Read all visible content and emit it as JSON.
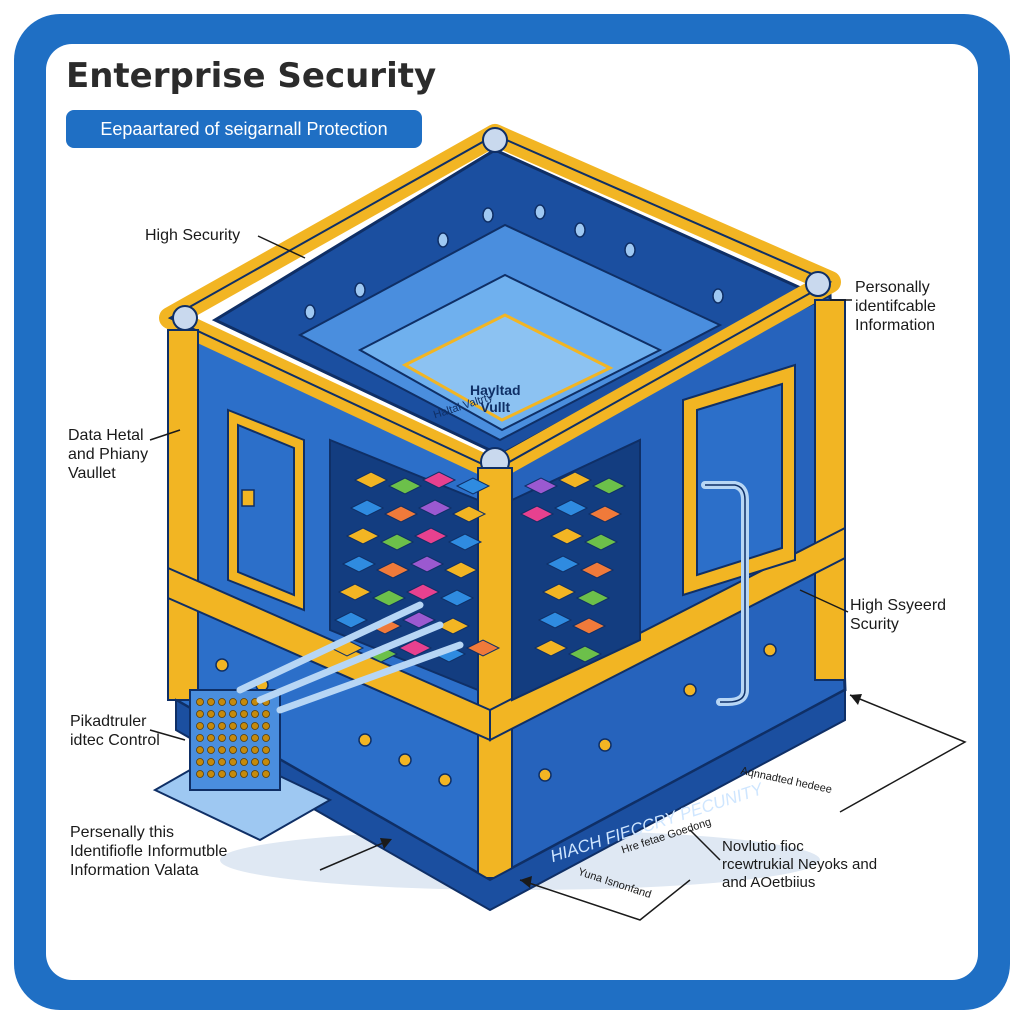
{
  "title": "Enterprise Security",
  "subtitle": "Eepaartared of seigarnall Protection",
  "labels": {
    "high_security": "High Security",
    "data_hetal": "Data Hetal\nand Phiany\nVaullet",
    "vault_center": "Hayltad\nVullt",
    "vault_small": "Haltal Valtrty",
    "pii_right": "Personally\nidentifcable\nInformation",
    "high_ssyeerd": "High Ssyeerd\nScurity",
    "pikadtruler": "Pikadtruler\nidtec Control",
    "pii_bottom": "Persenally this\nIdentifiofle Informutble\nInformation Valata",
    "base_text": "HIACH FIECCRY PECUNITY",
    "arrow_tiny_right": "Aqnnadted hedeee",
    "arrow_tiny_mid": "Hre fetae Goedong",
    "arrow_tiny_low": "Yuna Isnonfand",
    "novlutio": "Novlutio fioc\nrcewtrukial Neyoks and\nand AOetbiius"
  },
  "colors": {
    "frame_blue": "#1f6fc4",
    "vault_blue": "#2c6fc9",
    "vault_dark": "#1b4fa0",
    "vault_light": "#6fb0ee",
    "gold": "#f2b523",
    "gold_dark": "#c58a0c",
    "chip_colors": [
      "#f2b523",
      "#6cc04a",
      "#e7418f",
      "#2f8be0",
      "#f07a3a",
      "#9b59d0"
    ]
  }
}
